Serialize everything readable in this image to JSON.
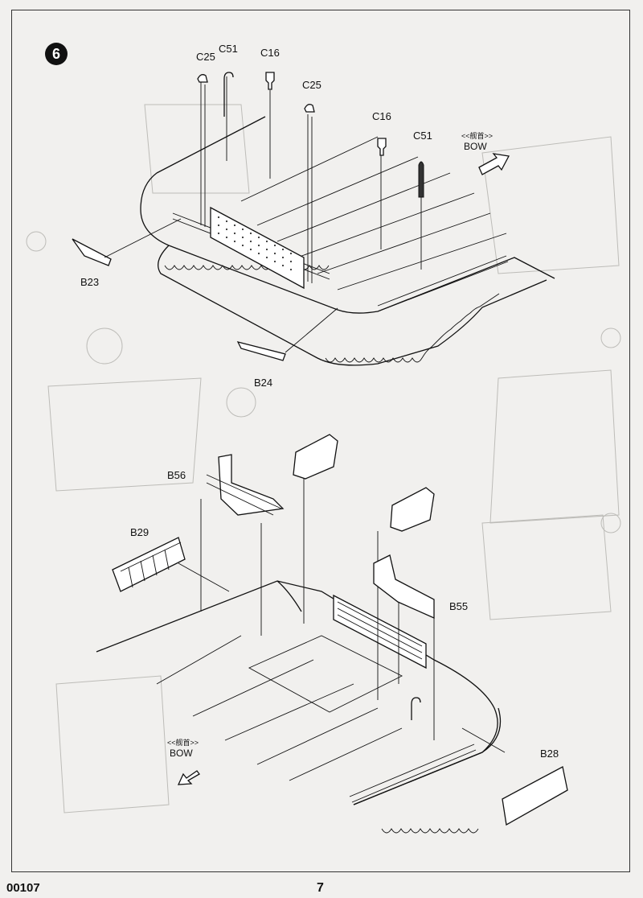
{
  "step": {
    "number": "6"
  },
  "labels": {
    "c25a": "C25",
    "c51a": "C51",
    "c16a": "C16",
    "c25b": "C25",
    "c16b": "C16",
    "c51b": "C51",
    "b23": "B23",
    "b24": "B24",
    "b56": "B56",
    "b29": "B29",
    "b55": "B55",
    "b28": "B28"
  },
  "bow_top": {
    "cn": "<<舰首>>",
    "en": "BOW"
  },
  "bow_bottom": {
    "cn": "<<舰首>>",
    "en": "BOW"
  },
  "footer": {
    "code": "00107",
    "page": "7"
  }
}
